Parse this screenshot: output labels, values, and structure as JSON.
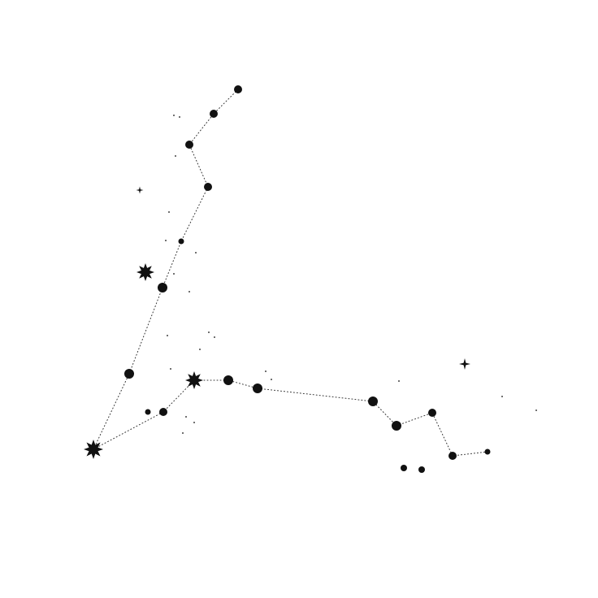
{
  "colors": {
    "background": "#ffffff",
    "star": "#111111",
    "line": "#333333",
    "faint_star": "#444444"
  },
  "star_shapes": {
    "bright": "starburst",
    "sparkle": "four-point-star",
    "normal": "dot"
  }
}
